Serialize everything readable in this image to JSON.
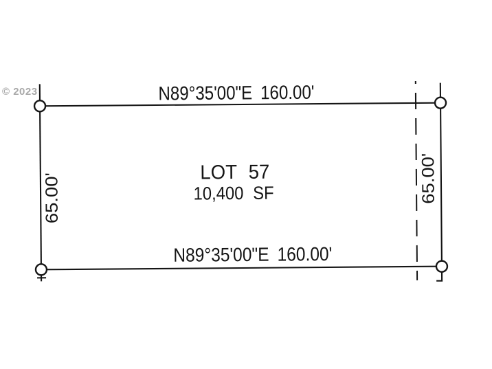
{
  "watermark": {
    "text": "© 2023"
  },
  "plat": {
    "lot": {
      "name": "LOT 57",
      "area": "10,400 SF"
    },
    "bearings": {
      "top": "N89°35'00\"E 160.00'",
      "bottom": "N89°35'00\"E 160.00'"
    },
    "sides": {
      "left": "65.00'",
      "right": "65.00'"
    },
    "colors": {
      "line": "#151515",
      "background": "#ffffff",
      "watermark": "#a9a9a9"
    }
  }
}
